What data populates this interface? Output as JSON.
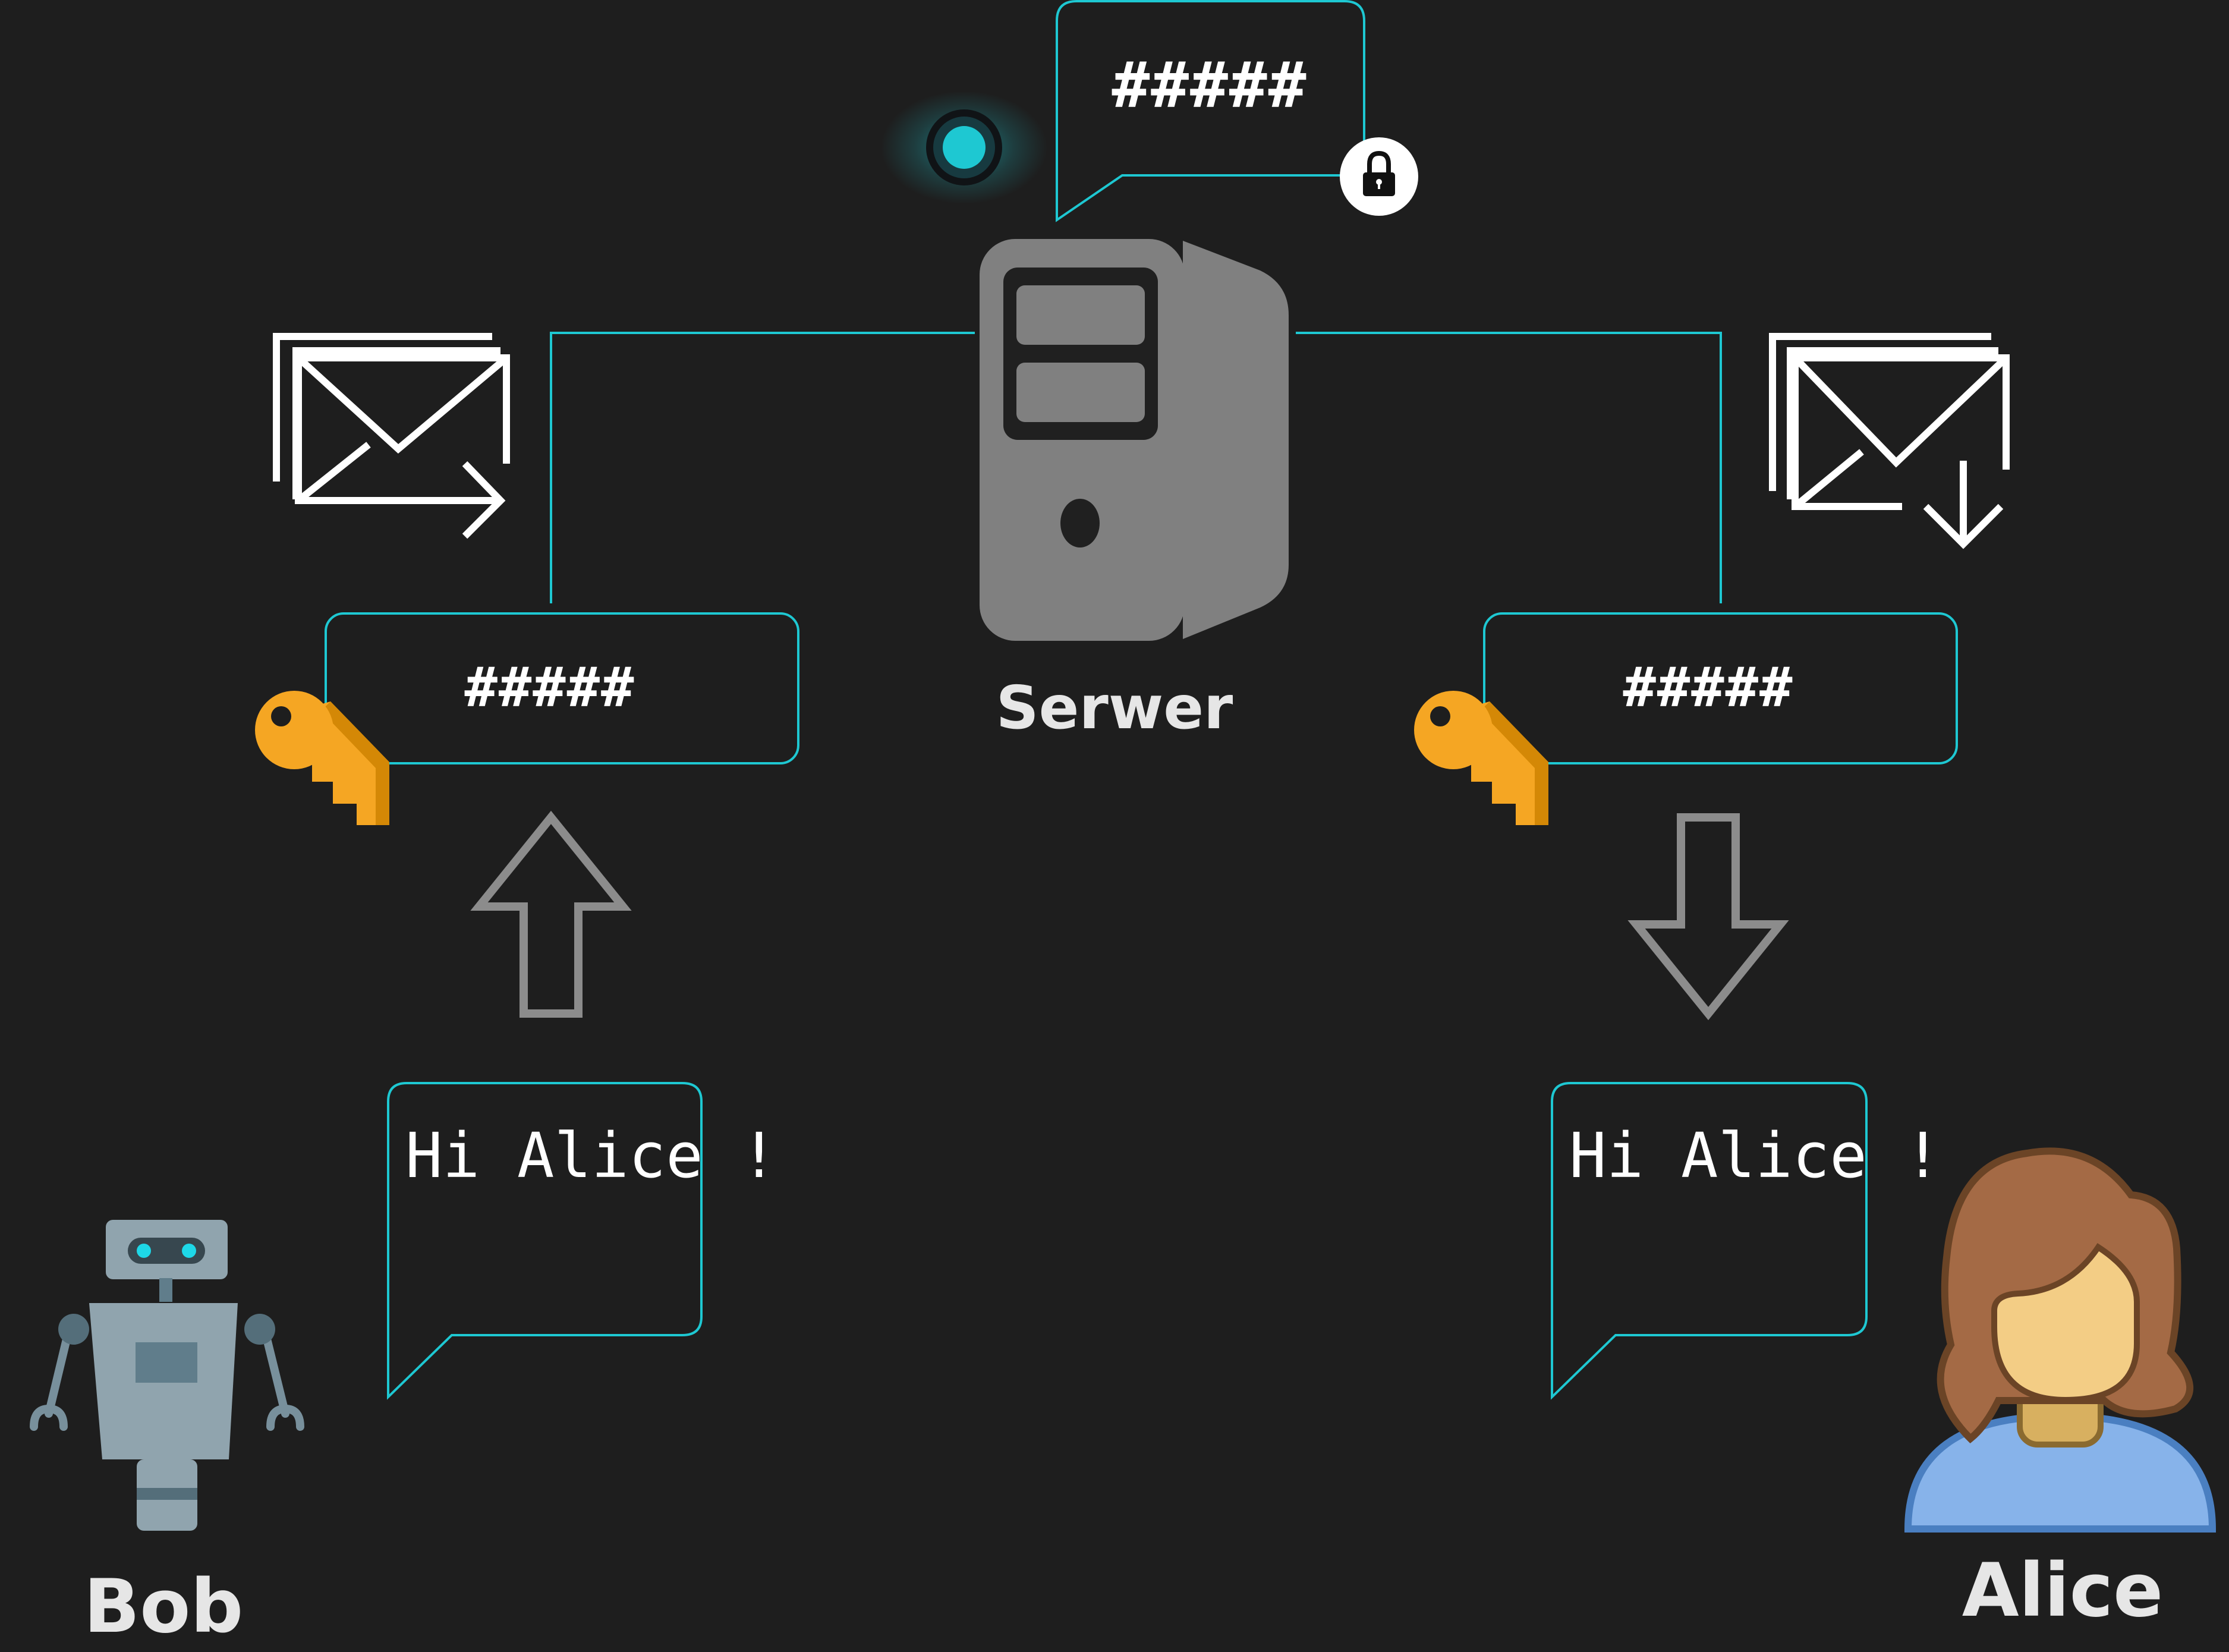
{
  "colors": {
    "background": "#1e1e1e",
    "accent": "#1ec8d2",
    "key": "#f5a623",
    "server": "#808080",
    "arrow": "#8c8c8c"
  },
  "server": {
    "label": "Serwer",
    "icon": "server-tower-icon"
  },
  "eavesdropper": {
    "icon": "eye-icon"
  },
  "server_bubble": {
    "text": "#####",
    "icon": "padlock-icon"
  },
  "bob": {
    "label": "Bob",
    "avatar_icon": "robot-icon",
    "message": "Hi Alice !",
    "encrypted": "#####",
    "key_icon": "key-icon",
    "mail_icon": "send-mail-icon",
    "arrow_icon": "arrow-up-icon"
  },
  "alice": {
    "label": "Alice",
    "avatar_icon": "woman-avatar-icon",
    "message": "Hi Alice !",
    "encrypted": "#####",
    "key_icon": "key-icon",
    "mail_icon": "receive-mail-icon",
    "arrow_icon": "arrow-down-icon"
  }
}
